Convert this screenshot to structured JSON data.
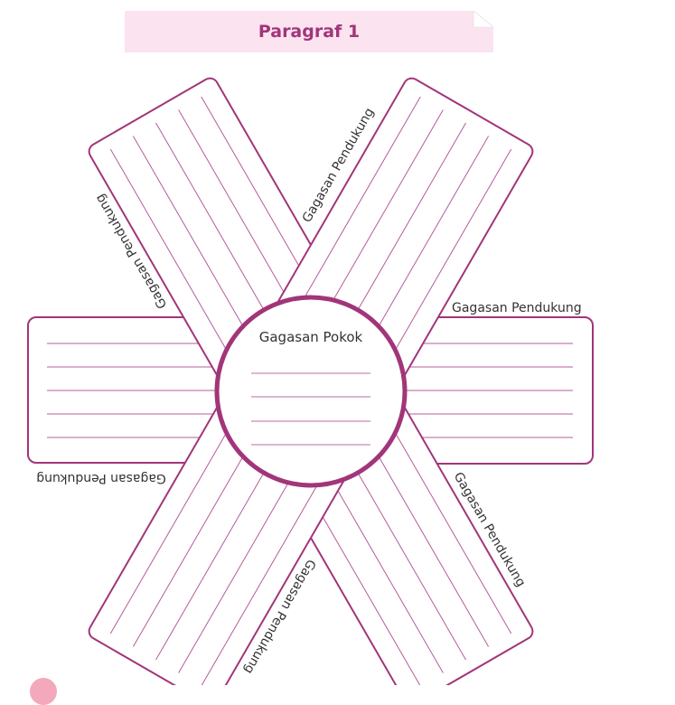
{
  "title": "Paragraf 1",
  "center": {
    "label": "Gagasan Pokok",
    "line_count": 4
  },
  "arms": [
    {
      "label": "Gagasan Pendukung"
    },
    {
      "label": "Gagasan Pendukung"
    },
    {
      "label": "Gagasan Pendukung"
    },
    {
      "label": "Gagasan Pendukung"
    },
    {
      "label": "Gagasan Pendukung"
    },
    {
      "label": "Gagasan Pendukung"
    }
  ],
  "colors": {
    "accent": "#a2357a",
    "banner_fill": "#fbe3f0",
    "arm_line": "#b45c9a",
    "center_line": "#c06aa5"
  }
}
